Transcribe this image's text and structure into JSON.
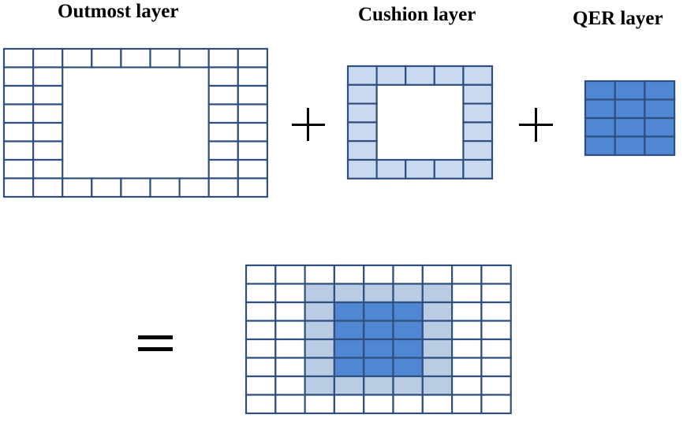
{
  "labels": {
    "outmost": "Outmost layer",
    "cushion": "Cushion layer",
    "qer": "QER layer"
  },
  "colors": {
    "grid_line": "#2f4f7f",
    "cushion_fill": "#c9d9f0",
    "result_cushion_fill": "#b9cce4",
    "qer_fill": "#4f87d2",
    "empty_fill": "#ffffff"
  },
  "grids": {
    "outmost": {
      "cols": 9,
      "rows": 8,
      "rows_cells": [
        "ooooooooo",
        "oo.....oo",
        "oo.....oo",
        "oo.....oo",
        "oo.....oo",
        "oo.....oo",
        "oo.....oo",
        "ooooooooo"
      ]
    },
    "cushion": {
      "cols": 5,
      "rows": 6,
      "rows_cells": [
        "ccccc",
        "c...c",
        "c...c",
        "c...c",
        "c...c",
        "ccccc"
      ]
    },
    "qer": {
      "cols": 3,
      "rows": 4,
      "rows_cells": [
        "qqq",
        "qqq",
        "qqq",
        "qqq"
      ]
    },
    "result": {
      "cols": 9,
      "rows": 8,
      "rows_cells": [
        "ooooooooo",
        "ooccccsoo",
        "oocqqqcoo",
        "oocqqqcoo",
        "oocqqqcoo",
        "oocqqqcoo",
        "ooccccsoo",
        "ooooooooo"
      ]
    }
  }
}
